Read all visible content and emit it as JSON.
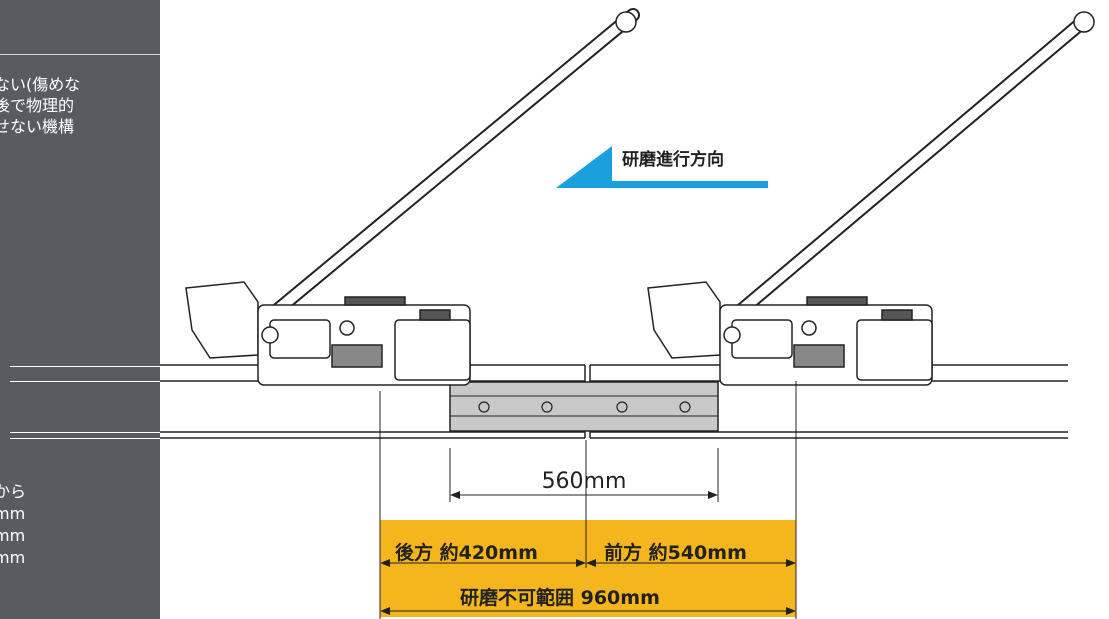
{
  "sidebar": {
    "top_text": "ない(傷めな\n後で物理的\nせない機構",
    "bottom_text": "から\nmm\nmm\nmm"
  },
  "diagram": {
    "direction_label": "研磨進行方向",
    "gap_label": "560mm",
    "rear_label": "後方 約420mm",
    "front_label": "前方 約540mm",
    "total_label": "研磨不可範囲 960mm"
  },
  "colors": {
    "sidebar": "#5a5b5d",
    "arrow": "#1aa0dc",
    "highlight": "#f5b51c",
    "joint_bar": "#c8c8c8"
  }
}
